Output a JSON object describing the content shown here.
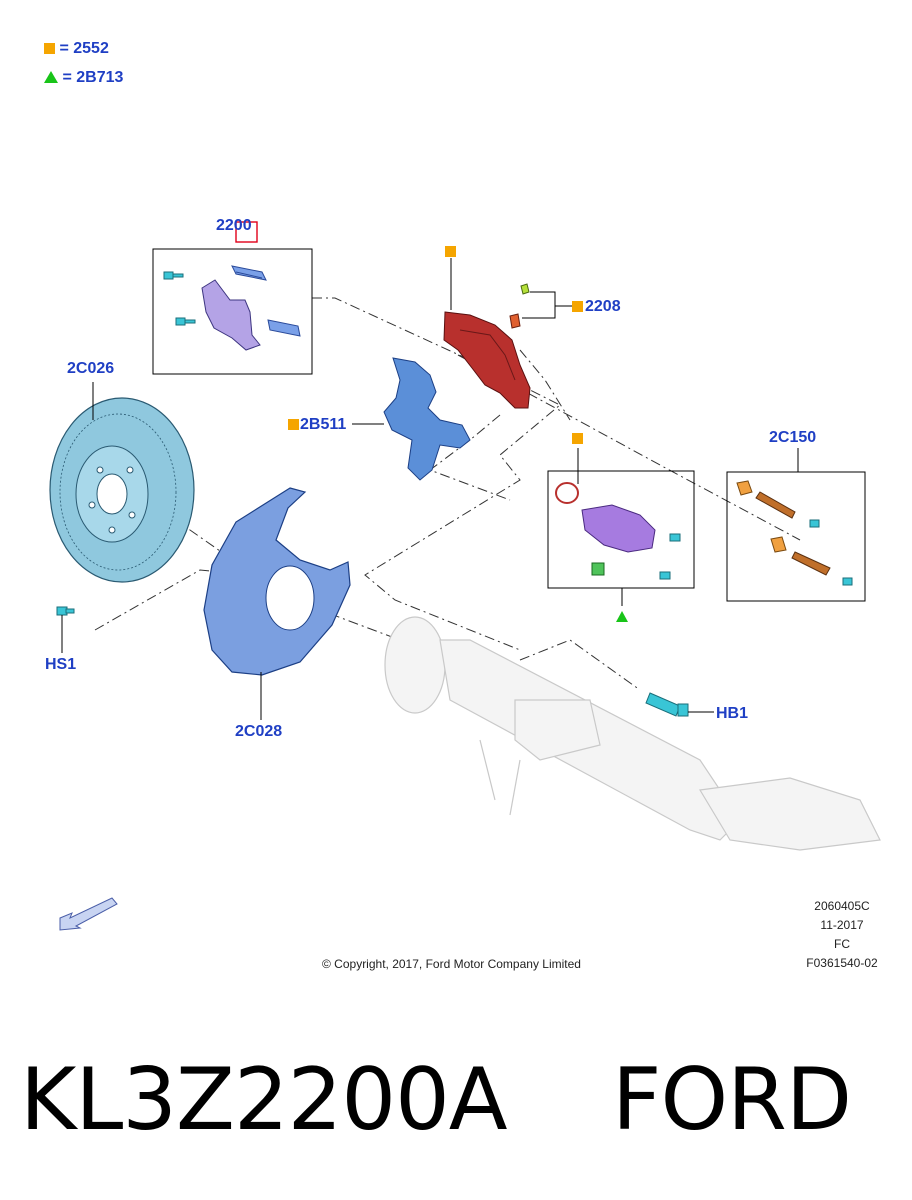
{
  "legend": [
    {
      "symbol": "orange-square",
      "eq": "=",
      "code": "2552"
    },
    {
      "symbol": "green-triangle",
      "eq": "=",
      "code": "2B713"
    }
  ],
  "callouts": {
    "pad_kit": "2200",
    "caliper_bolt": "2208",
    "rotor": "2C026",
    "anchor_bracket": "2B511",
    "pin_kit": "2C150",
    "shield_bolt": "HS1",
    "dust_shield": "2C028",
    "hub_bolt": "HB1"
  },
  "info": {
    "code": "2060405C",
    "date": "11-2017",
    "fc": "FC",
    "ref": "F0361540-02"
  },
  "copyright": "© Copyright, 2017, Ford Motor Company Limited",
  "title": "KL3Z2200A    FORD",
  "colors": {
    "callout_text": "#1f3fc4",
    "square_marker": "#f5a500",
    "triangle_marker": "#19c419",
    "caliper": "#b8302d",
    "bracket": "#5b8fd8",
    "rotor": "#8fc8de",
    "piston_housing": "#a67be0",
    "bolt": "#39c5d6",
    "highlight_box": "#e0001a"
  }
}
